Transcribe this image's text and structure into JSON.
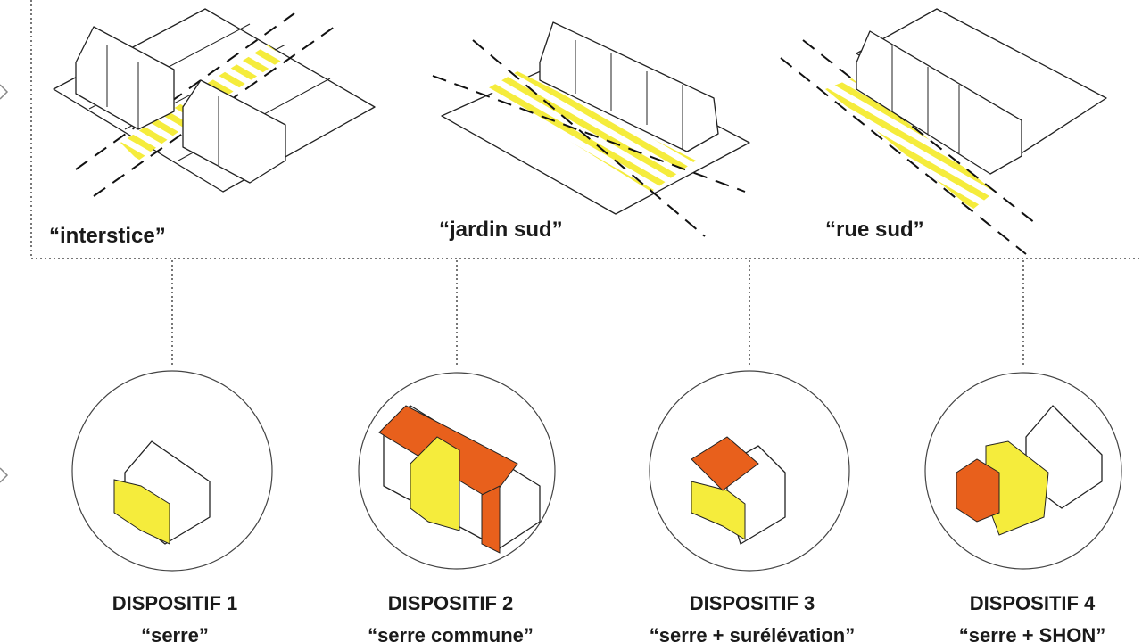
{
  "top_row": [
    {
      "label": "“interstice”"
    },
    {
      "label": "“jardin sud”"
    },
    {
      "label": "“rue sud”"
    }
  ],
  "dispositifs": [
    {
      "title": "DISPOSITIF 1",
      "subtitle": "“serre”"
    },
    {
      "title": "DISPOSITIF 2",
      "subtitle": "“serre commune”"
    },
    {
      "title": "DISPOSITIF 3",
      "subtitle": "“serre + surélévation”"
    },
    {
      "title": "DISPOSITIF 4",
      "subtitle": "“serre + SHON”"
    }
  ],
  "colors": {
    "yellow": "#f5ec3c",
    "orange": "#e8601c",
    "dotted": "#777777"
  }
}
